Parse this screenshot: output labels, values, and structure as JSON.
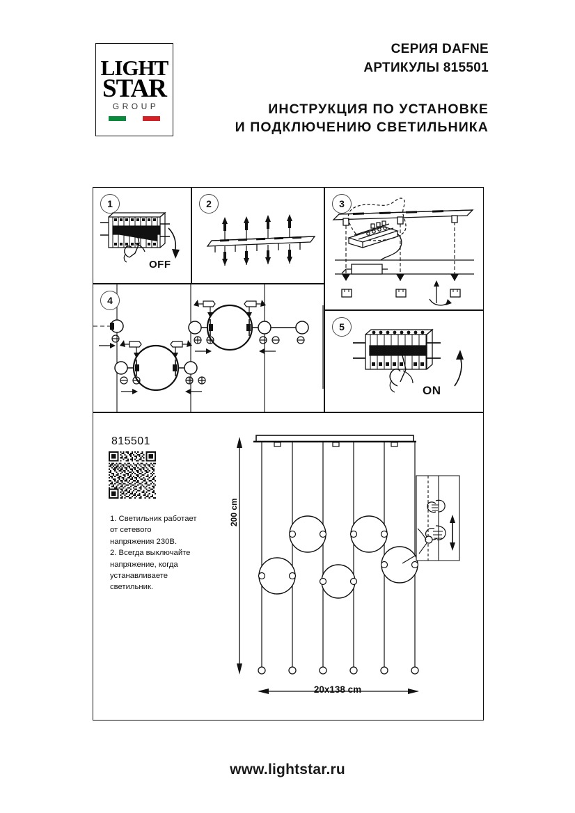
{
  "header": {
    "logo": {
      "line1": "LIGHT",
      "line2": "STAR",
      "line3": "GROUP",
      "flag_colors": [
        "#0a8a3c",
        "#ffffff",
        "#d42027"
      ]
    },
    "series_line": "СЕРИЯ DAFNE",
    "article_line": "АРТИКУЛЫ 815501",
    "title_line_1": "ИНСТРУКЦИЯ ПО УСТАНОВКЕ",
    "title_line_2": "И ПОДКЛЮЧЕНИЮ СВЕТИЛЬНИКА"
  },
  "steps": [
    {
      "number": "1",
      "label": "OFF",
      "caption_role": "switch-off-breaker"
    },
    {
      "number": "2",
      "label": "",
      "caption_role": "mount-ceiling-bar"
    },
    {
      "number": "3",
      "label": "",
      "caption_role": "connect-wiring-driver"
    },
    {
      "number": "4",
      "label": "",
      "caption_role": "assemble-glass-globes"
    },
    {
      "number": "5",
      "label": "ON",
      "caption_role": "switch-on-breaker"
    }
  ],
  "product": {
    "code": "815501",
    "notes": "1. Светильник работает от сетевого напряжения 230В.\n2. Всегда выключайте напряжение, когда устанавливаете светильник.",
    "dimension_height": "200 cm",
    "dimension_width": "20x138 cm",
    "cable_count": 6,
    "globe_count": 5
  },
  "footer": {
    "website": "www.lightstar.ru"
  },
  "colors": {
    "ink": "#111111",
    "frame": "#111111",
    "flag_green": "#0a8a3c",
    "flag_red": "#d42027"
  }
}
